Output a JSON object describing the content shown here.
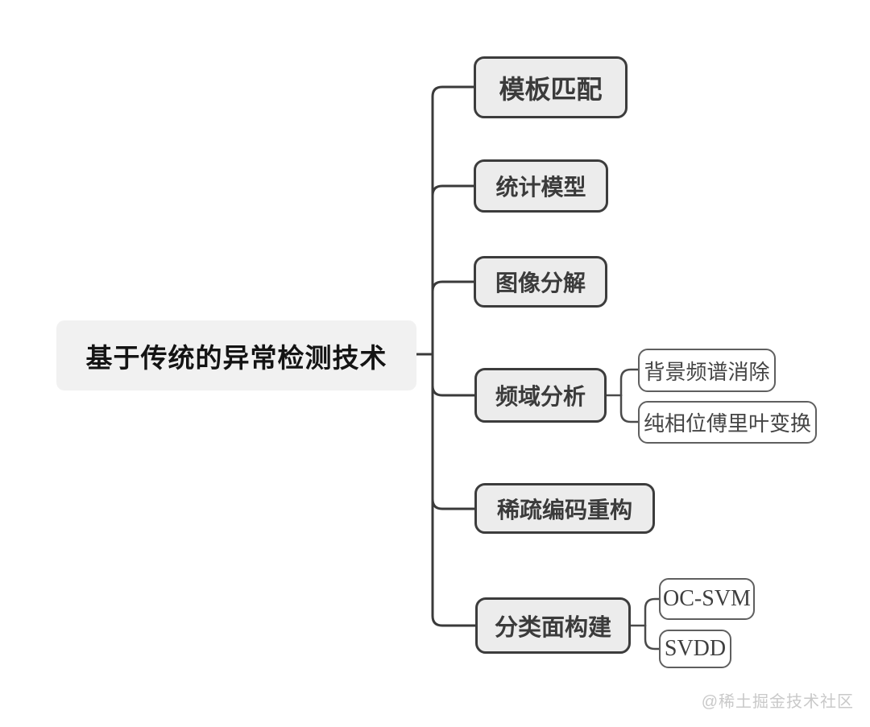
{
  "root": {
    "label": "基于传统的异常检测技术"
  },
  "children": [
    {
      "label": "模板匹配"
    },
    {
      "label": "统计模型"
    },
    {
      "label": "图像分解"
    },
    {
      "label": "频域分析",
      "children": [
        {
          "label": "背景频谱消除"
        },
        {
          "label": "纯相位傅里叶变换"
        }
      ]
    },
    {
      "label": "稀疏编码重构"
    },
    {
      "label": "分类面构建",
      "children": [
        {
          "label": "OC-SVM"
        },
        {
          "label": "SVDD"
        }
      ]
    }
  ],
  "watermark": "@稀土掘金技术社区",
  "colors": {
    "background": "#ffffff",
    "root_fill": "#f1f1f1",
    "branch_fill": "#ececec",
    "branch_border": "#3c3c3c",
    "leaf_fill": "#ffffff",
    "leaf_border": "#5f5f5f",
    "connector": "#3a3a3a",
    "watermark_text": "#c9c9c9"
  }
}
